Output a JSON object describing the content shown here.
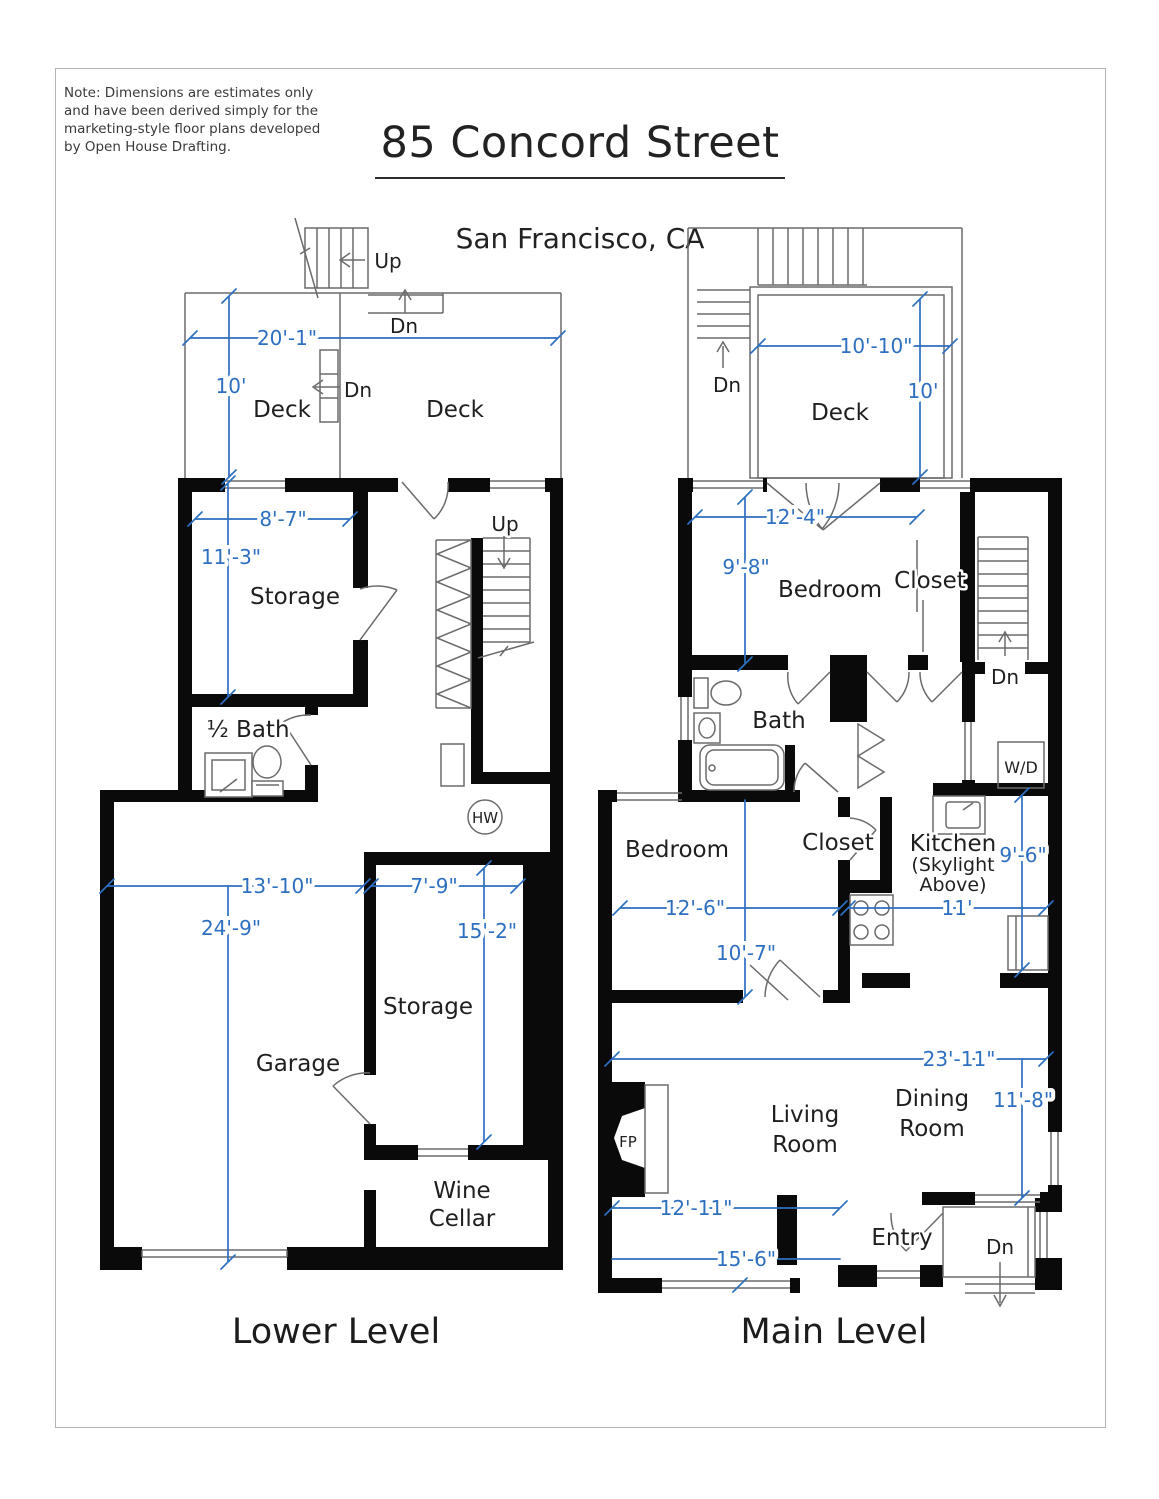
{
  "colors": {
    "dimension_blue": "#2e6fc0",
    "wall_black": "#0a0a0a"
  },
  "header": {
    "note": "Note: Dimensions are estimates only and have been derived simply for the marketing-style floor plans developed by Open House Drafting.",
    "title": "85 Concord Street",
    "subtitle": "San Francisco, CA"
  },
  "captions": {
    "lower": "Lower Level",
    "main": "Main Level"
  },
  "lower": {
    "deck_left": "Deck",
    "deck_right": "Deck",
    "stair_up": "Up",
    "stair_dn": "Dn",
    "deck_dn": "Dn",
    "storage_upper": "Storage",
    "half_bath": "½ Bath",
    "inner_stairs_up": "Up",
    "water_heater": "HW",
    "garage": "Garage",
    "storage_lower": "Storage",
    "wine_line1": "Wine",
    "wine_line2": "Cellar",
    "dims": {
      "deck_width": "20'-1\"",
      "deck_depth": "10'",
      "storage_width": "8'-7\"",
      "storage_depth": "11'-3\"",
      "garage_width": "13'-10\"",
      "garage_depth": "24'-9\"",
      "storage_lower_width": "7'-9\"",
      "storage_lower_depth": "15'-2\""
    }
  },
  "main": {
    "deck": "Deck",
    "deck_stairs_dn": "Dn",
    "bedroom_top": "Bedroom",
    "closet_top": "Closet",
    "stairs_dn": "Dn",
    "bath": "Bath",
    "washer_dryer": "W/D",
    "bedroom_mid": "Bedroom",
    "closet_mid": "Closet",
    "kitchen_line1": "Kitchen",
    "kitchen_line2": "(Skylight",
    "kitchen_line3": "Above)",
    "living_line1": "Living",
    "living_line2": "Room",
    "dining_line1": "Dining",
    "dining_line2": "Room",
    "fireplace": "FP",
    "entry": "Entry",
    "entry_dn": "Dn",
    "dims": {
      "deck_width": "10'-10\"",
      "deck_depth": "10'",
      "bedroom_top_width": "12'-4\"",
      "bedroom_top_depth": "9'-8\"",
      "bedroom_mid_width": "12'-6\"",
      "bedroom_mid_depth": "10'-7\"",
      "kitchen_width": "11'",
      "kitchen_depth": "9'-6\"",
      "living_width": "23'-11\"",
      "living_depth": "11'-8\"",
      "living_left_width": "12'-11\"",
      "living_bottom_width": "15'-6\""
    }
  }
}
